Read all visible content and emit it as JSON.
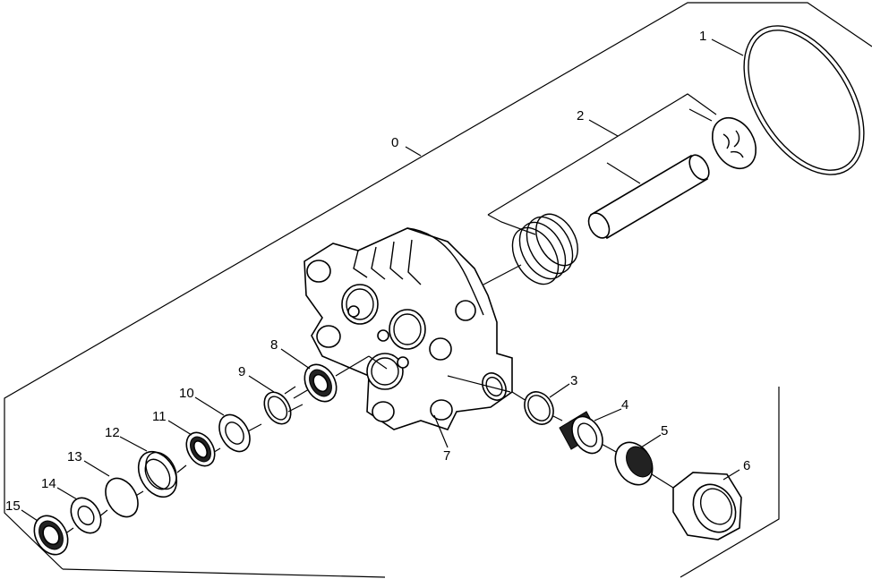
{
  "diagram": {
    "type": "exploded-parts-view",
    "callouts": [
      "0",
      "1",
      "2",
      "3",
      "4",
      "5",
      "6",
      "7",
      "8",
      "9",
      "10",
      "11",
      "12",
      "13",
      "14",
      "15"
    ]
  }
}
